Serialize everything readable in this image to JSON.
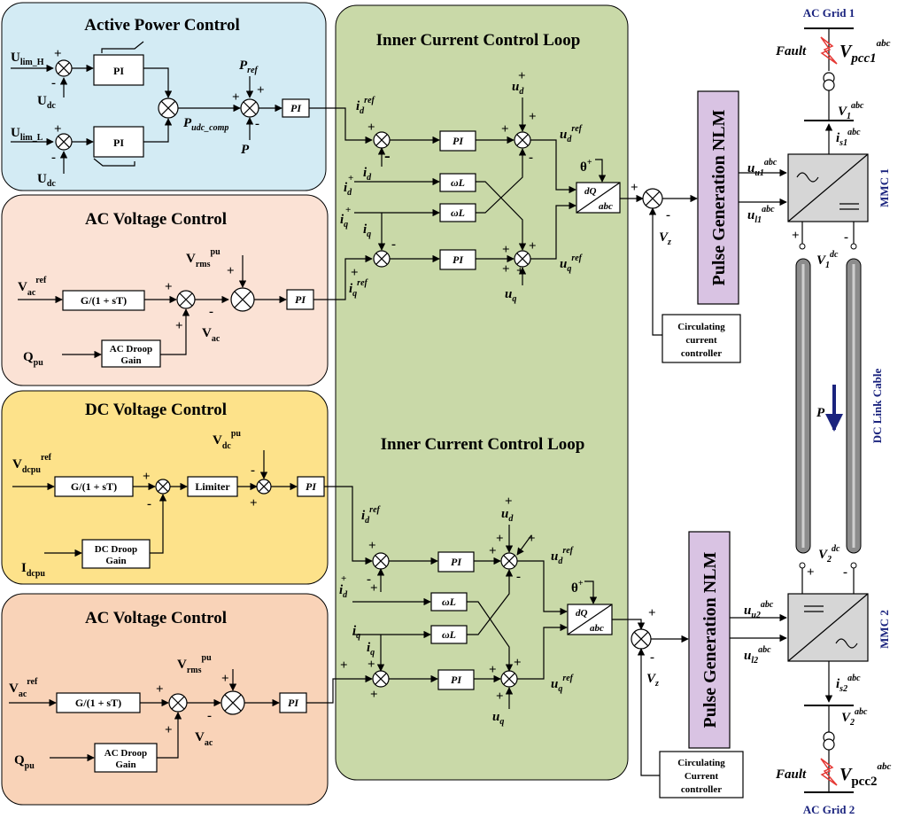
{
  "titles": {
    "active_power": "Active Power Control",
    "ac_voltage_1": "AC Voltage Control",
    "dc_voltage": "DC Voltage Control",
    "ac_voltage_2": "AC Voltage Control",
    "inner_loop_1": "Inner Current Control Loop",
    "inner_loop_2": "Inner Current Control Loop"
  },
  "blocks": {
    "pi": "PI",
    "g_filter": "G/(1 + sT)",
    "limiter": "Limiter",
    "ac_droop": [
      "AC Droop",
      "Gain"
    ],
    "dc_droop": [
      "DC Droop",
      "Gain"
    ],
    "omega_l": "ωL",
    "dq_top": "dQ",
    "dq_bottom": "abc",
    "pulse_gen": "Pulse Generation NLM",
    "circ1": [
      "Circulating",
      "current",
      "controller"
    ],
    "circ2": [
      "Circulating",
      "Current",
      "controller"
    ]
  },
  "signals": {
    "u_lim_h": "U",
    "u_lim_h_sub": "lim_H",
    "u_lim_l": "U",
    "u_lim_l_sub": "lim_L",
    "u_dc": "U",
    "u_dc_sub": "dc",
    "p_ref": "P",
    "p_ref_sub": "ref",
    "p_udc": "P",
    "p_udc_sub": "udc_comp",
    "p": "P",
    "v_ac": "V",
    "v_ac_sub": "ac",
    "ref_sup": "ref",
    "v_rms": "V",
    "v_rms_sub": "rms",
    "pu_sup": "pu",
    "q_pu": "Q",
    "q_pu_sub": "pu",
    "v_dcpu": "V",
    "v_dcpu_sub": "dcpu",
    "v_dc": "V",
    "v_dc_sub": "dc",
    "i_dcpu": "I",
    "i_dcpu_sub": "dcpu",
    "i": "i",
    "d": "d",
    "q": "q",
    "u": "u",
    "theta": "θ",
    "plus": "+",
    "minus": "-",
    "v_z": "V",
    "v_z_sub": "z",
    "u_u1": "u",
    "u_u1_sub": "u1",
    "u_l1": "u",
    "u_l1_sub": "l1",
    "u_u2": "u",
    "u_u2_sub": "u2",
    "u_l2": "u",
    "u_l2_sub": "l2",
    "abc_sup": "abc",
    "v1": "V",
    "v1_sub": "1",
    "v2": "V",
    "v2_sub": "2",
    "is1": "i",
    "is1_sub": "s1",
    "is2": "i",
    "is2_sub": "s2",
    "dc_sup": "dc",
    "vpcc1": "V",
    "vpcc1_sub": "pcc1",
    "vpcc2": "V",
    "vpcc2_sub": "pcc2",
    "fault": "Fault",
    "power": "P"
  },
  "grid": {
    "ac_grid_1": "AC Grid 1",
    "ac_grid_2": "AC Grid 2",
    "mmc1": "MMC 1",
    "mmc2": "MMC 2",
    "dc_cable": "DC Link Cable"
  },
  "colors": {
    "active_power_bg": "#d3ebf4",
    "ac_voltage_1_bg": "#fbe2d5",
    "dc_voltage_bg": "#fde28a",
    "ac_voltage_2_bg": "#f9d3b8",
    "inner_loop_bg": "#c9d9a8",
    "pulse_gen_bg": "#d9c3e3",
    "mmc_bg": "#d6d6d6",
    "cable": "#8c8c8c",
    "label_blue": "#1a237e",
    "fault_red": "#e53935"
  }
}
